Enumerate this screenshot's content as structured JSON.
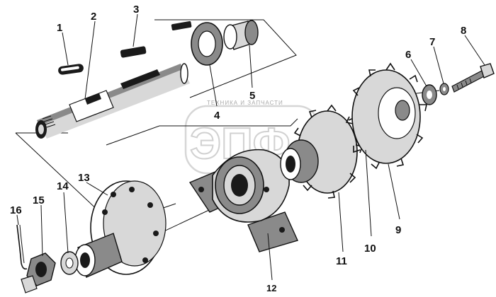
{
  "watermark": {
    "text": "ТЕХНИКА И ЗАПЧАСТИ",
    "logo_text": "ЭПФ"
  },
  "callouts": [
    {
      "id": "1",
      "label": "1"
    },
    {
      "id": "2",
      "label": "2"
    },
    {
      "id": "3",
      "label": "3"
    },
    {
      "id": "4",
      "label": "4"
    },
    {
      "id": "5",
      "label": "5"
    },
    {
      "id": "6",
      "label": "6"
    },
    {
      "id": "7",
      "label": "7"
    },
    {
      "id": "8",
      "label": "8"
    },
    {
      "id": "9",
      "label": "9"
    },
    {
      "id": "10",
      "label": "10"
    },
    {
      "id": "11",
      "label": "11"
    },
    {
      "id": "12",
      "label": "12"
    },
    {
      "id": "13",
      "label": "13"
    },
    {
      "id": "14",
      "label": "14"
    },
    {
      "id": "15",
      "label": "15"
    },
    {
      "id": "16",
      "label": "16"
    }
  ],
  "parts": {
    "key_small": "key",
    "shaft": "shaft",
    "key_long": "key",
    "spacer_ring": "ring",
    "bushing": "bushing",
    "washer_large": "washer",
    "washer_small": "washer",
    "bolt": "bolt",
    "sprocket_large": "sprocket",
    "hub": "hub",
    "sprocket_small": "sprocket",
    "bearing_housing": "bearing",
    "flange": "flange",
    "washer_flat": "washer",
    "castle_nut": "nut",
    "cotter_pin": "pin"
  }
}
